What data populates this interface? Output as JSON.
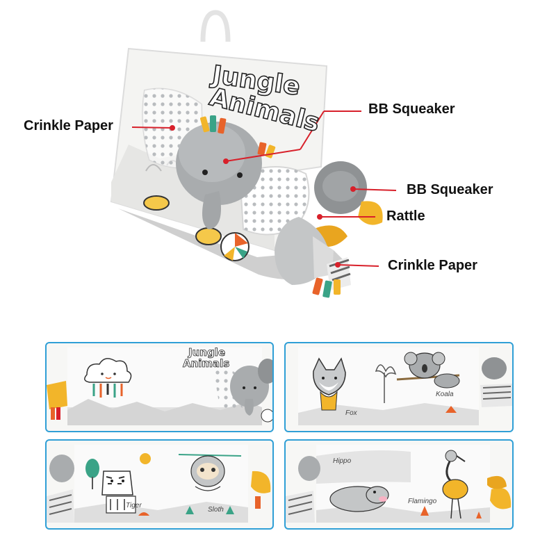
{
  "hero": {
    "book_title_line1": "Jungle",
    "book_title_line2": "Animals"
  },
  "callouts": [
    {
      "label": "Crinkle Paper"
    },
    {
      "label": "BB Squeaker"
    },
    {
      "label": "BB Squeaker"
    },
    {
      "label": "Rattle"
    },
    {
      "label": "Crinkle Paper"
    }
  ],
  "panels": [
    {
      "title_line1": "Jungle",
      "title_line2": "Animals"
    },
    {
      "labels": [
        "Fox",
        "Koala"
      ]
    },
    {
      "labels": [
        "Tiger",
        "Sloth"
      ]
    },
    {
      "labels": [
        "Hippo",
        "Flamingo"
      ]
    }
  ],
  "colors": {
    "callout_line": "#d8202a",
    "panel_border": "#2f9fd6",
    "elephant_gray": "#a9acae",
    "accent_yellow": "#f2b52a",
    "accent_orange": "#e8632a"
  }
}
